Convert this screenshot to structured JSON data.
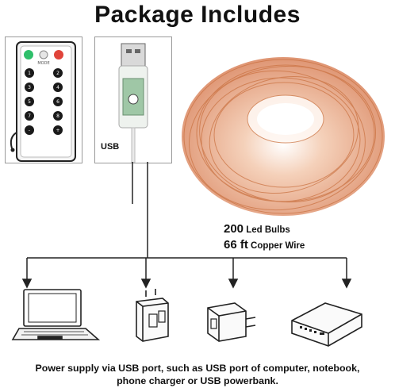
{
  "title": "Package Includes",
  "usb_label": "USB",
  "specs": {
    "bulbs_number": "200",
    "bulbs_text": " Led Bulbs",
    "wire_number": "66 ft",
    "wire_text": " Copper Wire"
  },
  "caption": {
    "line1": "Power supply via USB port, such as USB port of computer, notebook,",
    "line2": "phone charger or USB powerbank."
  },
  "colors": {
    "copper": "#d9825a",
    "remote_green": "#2fbf6a",
    "remote_red": "#e0443a",
    "line": "#222222"
  },
  "icons": [
    "remote-control-icon",
    "usb-plug-icon",
    "copper-wire-coil-icon",
    "laptop-icon",
    "wall-adapter-icon",
    "usb-charger-icon",
    "powerbank-icon"
  ]
}
